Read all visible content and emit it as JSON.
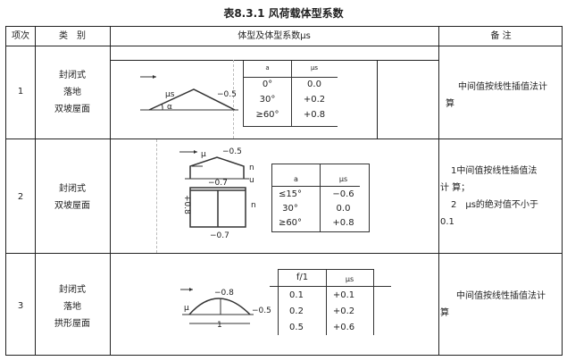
{
  "title": "表8.3.1  风荷载体型系数",
  "headers": {
    "no": "项次",
    "category": "类　别",
    "shape": "体型及体型系数μs",
    "remark": "备 注"
  },
  "rows": [
    {
      "no": "1",
      "category": [
        "封闭式",
        "落地",
        "双坡屋面"
      ],
      "diagram": {
        "mu": "μs",
        "alpha": "α",
        "leeward": "−0.5"
      },
      "table": {
        "col1": "a",
        "col2": "μs",
        "rows": [
          [
            "0°",
            "0.0"
          ],
          [
            "30°",
            "+0.2"
          ],
          [
            "≥60°",
            "+0.8"
          ]
        ]
      },
      "remark": [
        "中间值按线性插值法计",
        "算"
      ]
    },
    {
      "no": "2",
      "category": [
        "封闭式",
        "双坡屋面"
      ],
      "diagram": {
        "top_right": "−0.5",
        "mu": "μ",
        "mid": "−0.7",
        "bottom": "−0.7",
        "left_mark": "+0.8",
        "side_marks": [
          "n",
          "n",
          "u"
        ]
      },
      "table": {
        "col1": "a",
        "col2": "μs",
        "rows": [
          [
            "≤15°",
            "−0.6"
          ],
          [
            "30°",
            "0.0"
          ],
          [
            "≥60°",
            "+0.8"
          ]
        ]
      },
      "remark": [
        "1中间值按线性插值法",
        "计 算；",
        "2　μs的绝对值不小于",
        "0.1"
      ]
    },
    {
      "no": "3",
      "category": [
        "封闭式",
        "落地",
        "拱形屋面"
      ],
      "diagram": {
        "mu": "μ",
        "top": "−0.8",
        "leeward": "−0.5",
        "span": "1"
      },
      "table": {
        "col1": "f/1",
        "col2": "μs",
        "rows": [
          [
            "0.1",
            "+0.1"
          ],
          [
            "0.2",
            "+0.2"
          ],
          [
            "0.5",
            "+0.6"
          ]
        ]
      },
      "remark": [
        "中间值按线性插值法计",
        "算"
      ]
    }
  ]
}
